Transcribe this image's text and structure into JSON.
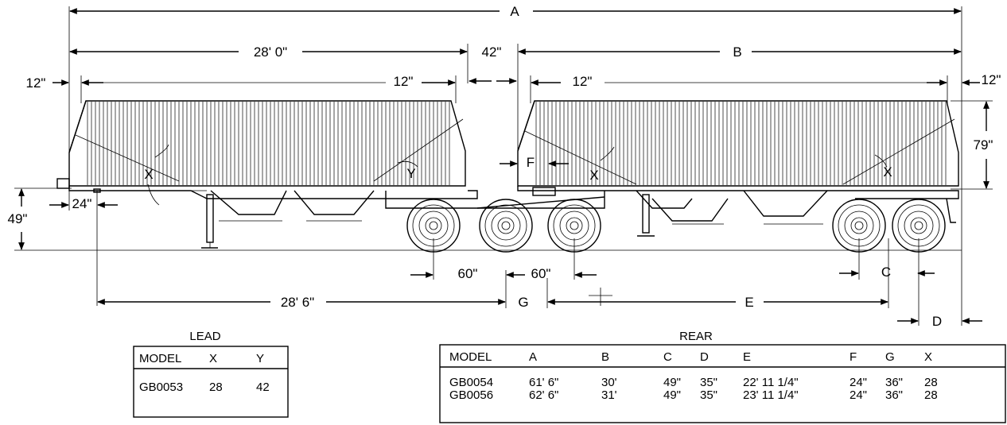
{
  "dimensions": {
    "overall": "A",
    "lead_length": "28' 0\"",
    "gap": "42\"",
    "rear_length": "B",
    "lead_overhang_left": "12\"",
    "lead_inner_right": "12\"",
    "rear_inner_left": "12\"",
    "rear_overhang_right": "12\"",
    "rear_height": "79\"",
    "kingpin_offset": "24\"",
    "lead_height": "49\"",
    "axle_spread_1": "60\"",
    "axle_spread_2": "60\"",
    "lead_wheelbase": "28' 6\"",
    "label_g": "G",
    "label_e": "E",
    "label_c": "C",
    "label_d": "D",
    "label_f": "F",
    "angle_x": "X",
    "angle_y": "Y"
  },
  "lead_table": {
    "title": "LEAD",
    "headers": [
      "MODEL",
      "X",
      "Y"
    ],
    "rows": [
      [
        "GB0053",
        "28",
        "42"
      ]
    ]
  },
  "rear_table": {
    "title": "REAR",
    "headers": [
      "MODEL",
      "A",
      "B",
      "C",
      "D",
      "E",
      "F",
      "G",
      "X"
    ],
    "rows": [
      [
        "GB0054",
        "61' 6\"",
        "30'",
        "49\"",
        "35\"",
        "22' 11 1/4\"",
        "24\"",
        "36\"",
        "28"
      ],
      [
        "GB0056",
        "62' 6\"",
        "31'",
        "49\"",
        "35\"",
        "23' 11 1/4\"",
        "24\"",
        "36\"",
        "28"
      ]
    ]
  }
}
